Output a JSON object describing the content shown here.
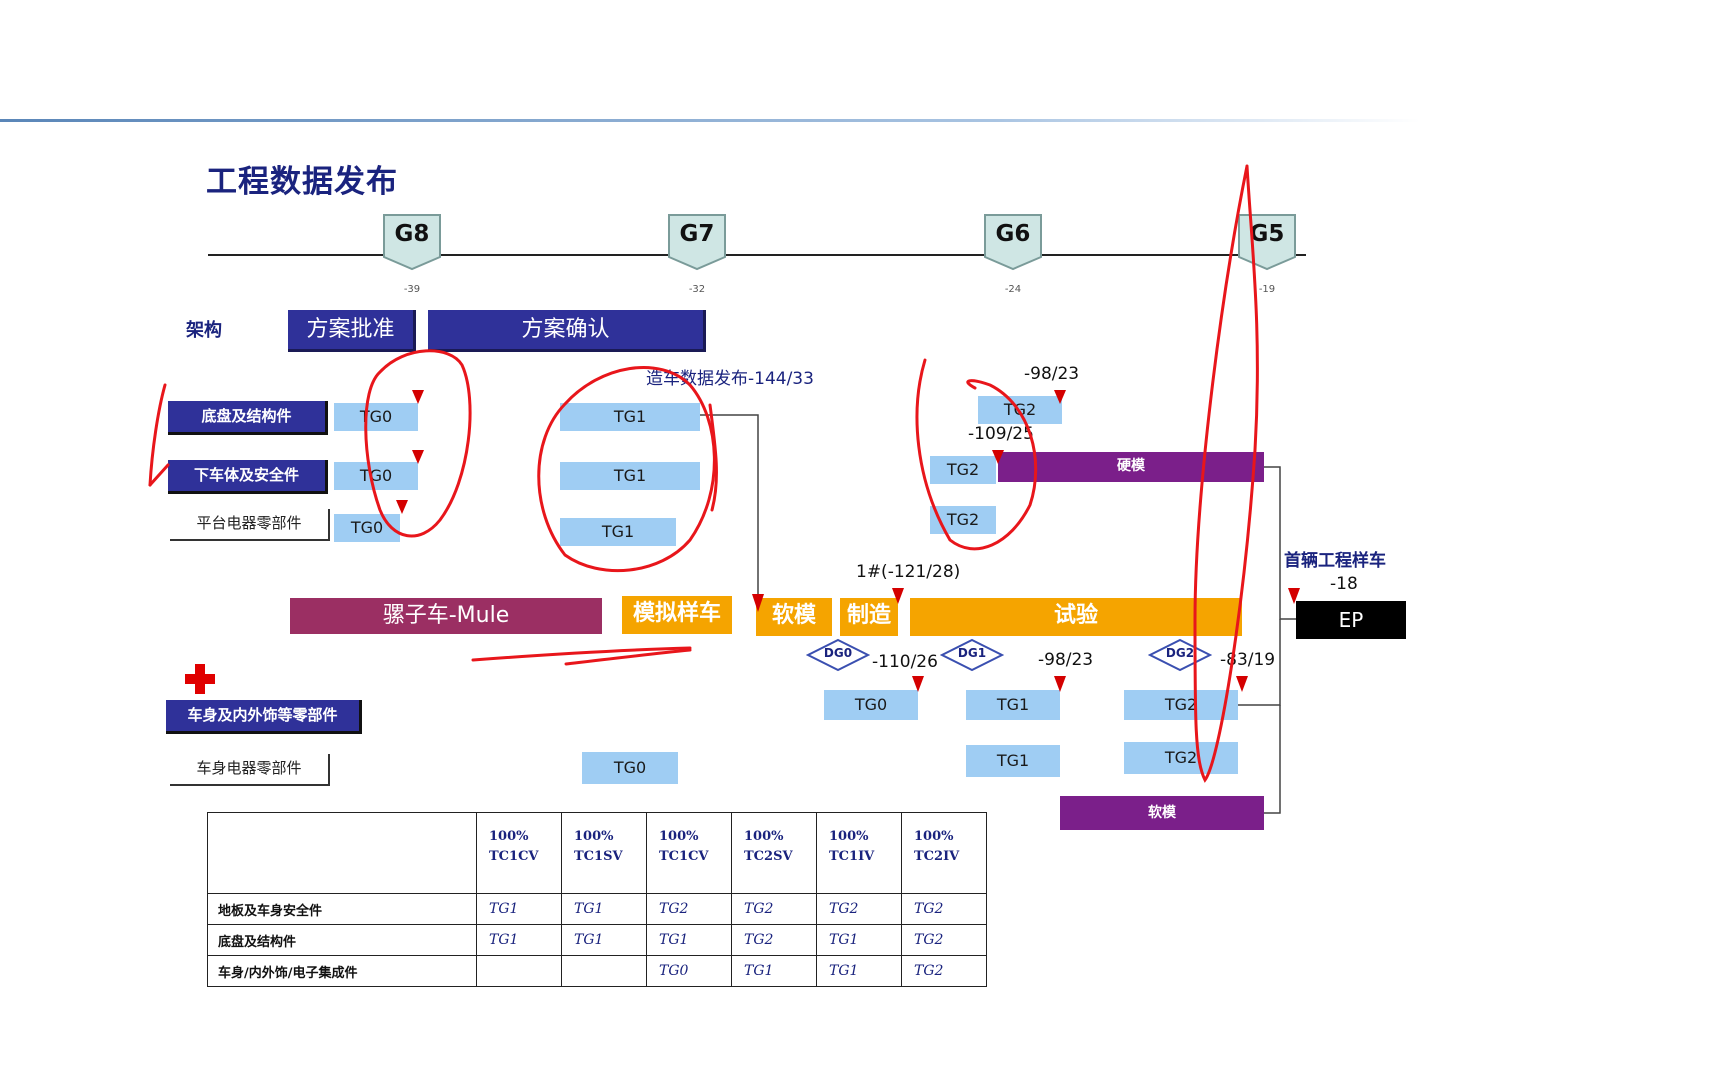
{
  "title": "工程数据发布",
  "gates": [
    {
      "name": "G8",
      "week": "-39"
    },
    {
      "name": "G7",
      "week": "-32"
    },
    {
      "name": "G6",
      "week": "-24"
    },
    {
      "name": "G5",
      "week": "-19"
    }
  ],
  "architecture": {
    "label": "架构",
    "approve": "方案批准",
    "confirm": "方案确认"
  },
  "release_note": "造车数据发布-144/33",
  "rows": {
    "chassis": "底盘及结构件",
    "underbody": "下车体及安全件",
    "platform_electrical": "平台电器零部件",
    "body_trim": "车身及内外饰等零部件",
    "body_electrical": "车身电器零部件"
  },
  "tg_boxes": {
    "tg0": "TG0",
    "tg1": "TG1",
    "tg2": "TG2"
  },
  "annotations": {
    "n98_23_top": "-98/23",
    "n109_25": "-109/25",
    "hard_tool": "硬模",
    "first_car": "1#(-121/28)",
    "first_eng_car": "首辆工程样车",
    "first_eng_week": "-18",
    "n110_26": "-110/26",
    "n98_23_mid": "-98/23",
    "n83_19": "-83/19",
    "soft_tool_bottom": "软模"
  },
  "phases": {
    "mule": "骡子车-Mule",
    "sim_car": "模拟样车",
    "soft_tool": "软模",
    "manufacture": "制造",
    "test": "试验",
    "ep": "EP"
  },
  "dg": [
    "DG0",
    "DG1",
    "DG2"
  ],
  "table": {
    "headers": [
      [
        "100%",
        "TC1CV"
      ],
      [
        "100%",
        "TC1SV"
      ],
      [
        "100%",
        "TC1CV"
      ],
      [
        "100%",
        "TC2SV"
      ],
      [
        "100%",
        "TC1IV"
      ],
      [
        "100%",
        "TC2IV"
      ]
    ],
    "rows": [
      {
        "name": "地板及车身安全件",
        "cells": [
          "TG1",
          "TG1",
          "TG2",
          "TG2",
          "TG2",
          "TG2"
        ]
      },
      {
        "name": "底盘及结构件",
        "cells": [
          "TG1",
          "TG1",
          "TG1",
          "TG2",
          "TG1",
          "TG2"
        ]
      },
      {
        "name": "车身/内外饰/电子集成件",
        "cells": [
          "",
          "",
          "TG0",
          "TG1",
          "TG1",
          "TG2"
        ]
      }
    ]
  },
  "colors": {
    "navy": "#2f3199",
    "tg_blue": "#9fcdf3",
    "orange": "#f5a400",
    "purple": "#7b1f8a",
    "mule": "#9b2f63",
    "marker_red": "#e00000"
  }
}
